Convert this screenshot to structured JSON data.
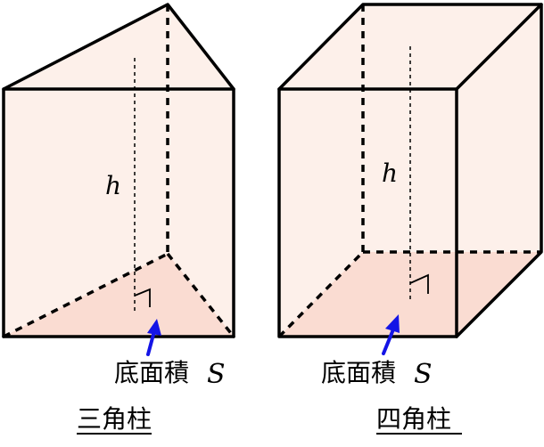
{
  "colors": {
    "face_fill": "#fdf0ea",
    "base_fill": "#fadcd2",
    "edge_color": "#000000",
    "arrow_color": "#1414e6"
  },
  "triangular_prism": {
    "height_label": "h",
    "base_label": "底面積",
    "base_symbol": "S",
    "title": "三角柱"
  },
  "square_prism": {
    "height_label": "h",
    "base_label": "底面積",
    "base_symbol": "S",
    "title": "四角柱"
  }
}
